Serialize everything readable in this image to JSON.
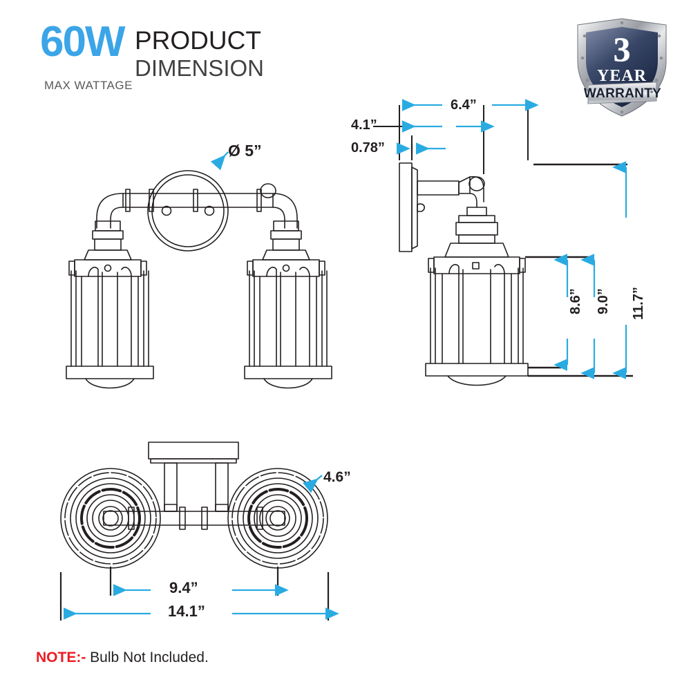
{
  "header": {
    "wattage_value": "60W",
    "wattage_caption": "MAX WATTAGE",
    "title_line1": "PRODUCT",
    "title_line2": "DIMENSION",
    "accent_color": "#3ba5e8"
  },
  "warranty_badge": {
    "years": "3",
    "period_label": "YEAR",
    "banner_label": "WARRANTY",
    "shield_color": "#2c3a5a",
    "border_color": "#b9bcc0"
  },
  "dimensions": {
    "diameter_backplate": "Ø 5”",
    "depth_total": "6.4”",
    "depth_arm": "4.1”",
    "depth_plate": "0.78”",
    "height_shade_bottom": "8.6”",
    "height_mid": "9.0”",
    "height_total": "11.7”",
    "shade_diameter": "4.6”",
    "center_to_center": "9.4”",
    "overall_width": "14.1”",
    "dimension_line_color": "#29abe2",
    "extension_line_color": "#231f20"
  },
  "note": {
    "prefix": "NOTE:-",
    "text": " Bulb Not Included.",
    "prefix_color": "#ed1c24"
  },
  "views": {
    "front": "front-elevation-two-light-vanity",
    "side": "side-elevation-single-light",
    "bottom": "bottom-plan-view"
  }
}
